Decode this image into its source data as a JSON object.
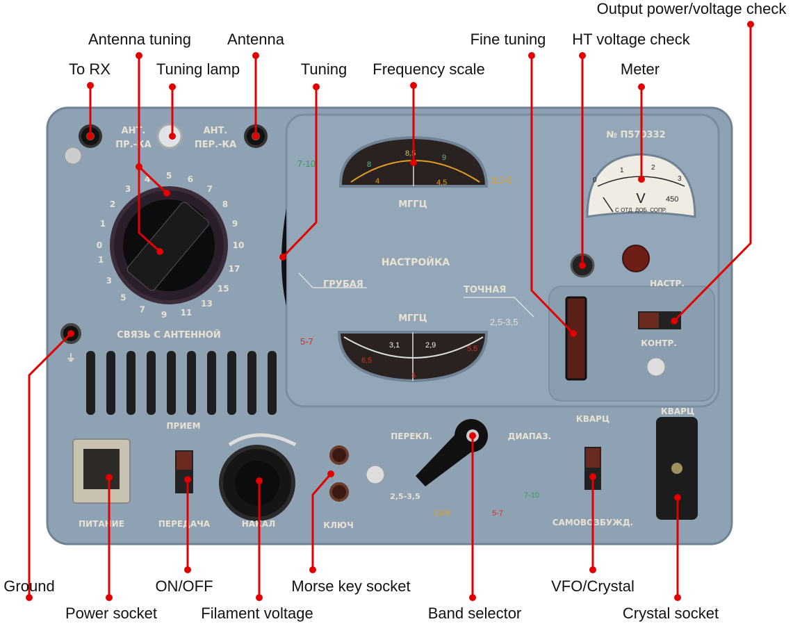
{
  "callouts": {
    "output_check": "Output power/voltage check",
    "antenna_tuning": "Antenna tuning",
    "antenna": "Antenna",
    "fine_tuning": "Fine tuning",
    "ht_check": "HT voltage check",
    "to_rx": "To RX",
    "tuning_lamp": "Tuning lamp",
    "tuning": "Tuning",
    "frequency_scale": "Frequency scale",
    "meter": "Meter",
    "ground": "Ground",
    "power_socket": "Power socket",
    "on_off": "ON/OFF",
    "filament": "Filament voltage",
    "morse_key": "Morse key socket",
    "band_selector": "Band selector",
    "vfo_crystal": "VFO/Crystal",
    "crystal_socket": "Crystal socket"
  },
  "panel": {
    "ant_left_1": "АНТ.",
    "ant_left_2": "ПР.-КА",
    "ant_right_1": "АНТ.",
    "ant_right_2": "ПЕР.-КА",
    "coupling": "СВЯЗЬ С АНТЕННОЙ",
    "serial": "№ П570332",
    "mhz_top": "МГГЦ",
    "mhz_bottom": "МГГЦ",
    "tuning": "НАСТРОЙКА",
    "coarse": "ГРУБАЯ",
    "fine": "ТОЧНАЯ",
    "band_7_10": "7-10",
    "band_3_5_5": "3,5-5",
    "band_5_7": "5-7",
    "band_2_5_3_5": "2,5-3,5",
    "top_scale": [
      "8",
      "8,5",
      "9",
      "4",
      "4,5"
    ],
    "bottom_scale": [
      "3,1",
      "2,9",
      "6,5",
      "6",
      "5,5"
    ],
    "meter_v": "V",
    "meter_450": "450",
    "meter_note": "С ОТД. ДОБ. СОПР.",
    "meter_ticks": [
      "0",
      "1",
      "2",
      "3"
    ],
    "nastr": "НАСТР.",
    "kontr": "КОНТР.",
    "priem": "ПРИЕМ",
    "peredacha": "ПЕРЕДАЧА",
    "pitanie": "ПИТАНИЕ",
    "nakal": "НАКАЛ",
    "klyuch": "КЛЮЧ",
    "perekl": "ПЕРЕКЛ.",
    "diapaz": "ДИАПАЗ.",
    "kvarc": "КВАРЦ",
    "kvarc2": "КВАРЦ",
    "samovozb": "САМОВОЗБУЖД.",
    "dial_numbers": [
      "0",
      "1",
      "2",
      "3",
      "4",
      "5",
      "6",
      "7",
      "8",
      "9",
      "10"
    ],
    "dial_lower": [
      "1",
      "3",
      "5",
      "7",
      "9",
      "11",
      "13",
      "15",
      "17"
    ]
  },
  "colors": {
    "panel": "#8ea2b4",
    "callout": "#e00000",
    "band_green": "#3a9a5a",
    "band_orange": "#e0a020",
    "band_red": "#d03020"
  }
}
